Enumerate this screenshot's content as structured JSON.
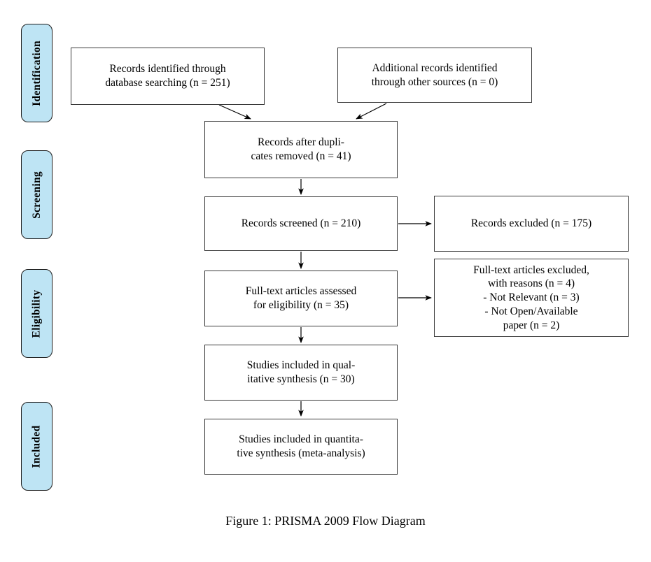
{
  "caption": "Figure 1: PRISMA 2009 Flow Diagram",
  "colors": {
    "stage_fill": "#bee4f4",
    "stage_border": "#1c1c1c",
    "box_border": "#3a3a3a",
    "box_fill": "#ffffff",
    "arrow": "#000000",
    "text": "#000000"
  },
  "stages": [
    {
      "label": "Identification"
    },
    {
      "label": "Screening"
    },
    {
      "label": "Eligibility"
    },
    {
      "label": "Included"
    }
  ],
  "boxes": {
    "identified": "Records identified through\ndatabase searching (n = 251)",
    "additional": "Additional records identified\nthrough other sources (n = 0)",
    "deduplicated": "Records after dupli-\ncates removed (n = 41)",
    "screened": "Records screened (n = 210)",
    "excluded": "Records excluded (n = 175)",
    "fulltext": "Full-text articles assessed\nfor eligibility (n = 35)",
    "fulltext_excluded": "Full-text articles excluded,\nwith reasons (n = 4)\n- Not Relevant (n = 3)\n- Not Open/Available\npaper (n = 2)",
    "qualitative": "Studies included in qual-\nitative synthesis (n = 30)",
    "quantitative": "Studies included in quantita-\ntive synthesis (meta-analysis)"
  }
}
